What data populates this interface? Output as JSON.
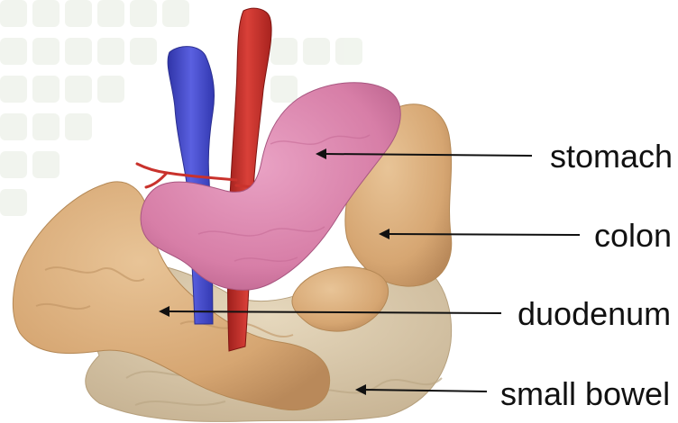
{
  "labels": {
    "stomach": "stomach",
    "colon": "colon",
    "duodenum": "duodenum",
    "small_bowel": "small bowel"
  },
  "colors": {
    "stomach": "#d97fa8",
    "colon": "#d9ad7c",
    "duodenum": "#d3a877",
    "small_bowel": "#d8c7a8",
    "aorta": "#c9322c",
    "vena_cava": "#4a4fd0",
    "background_grid": "#eef2ea"
  }
}
